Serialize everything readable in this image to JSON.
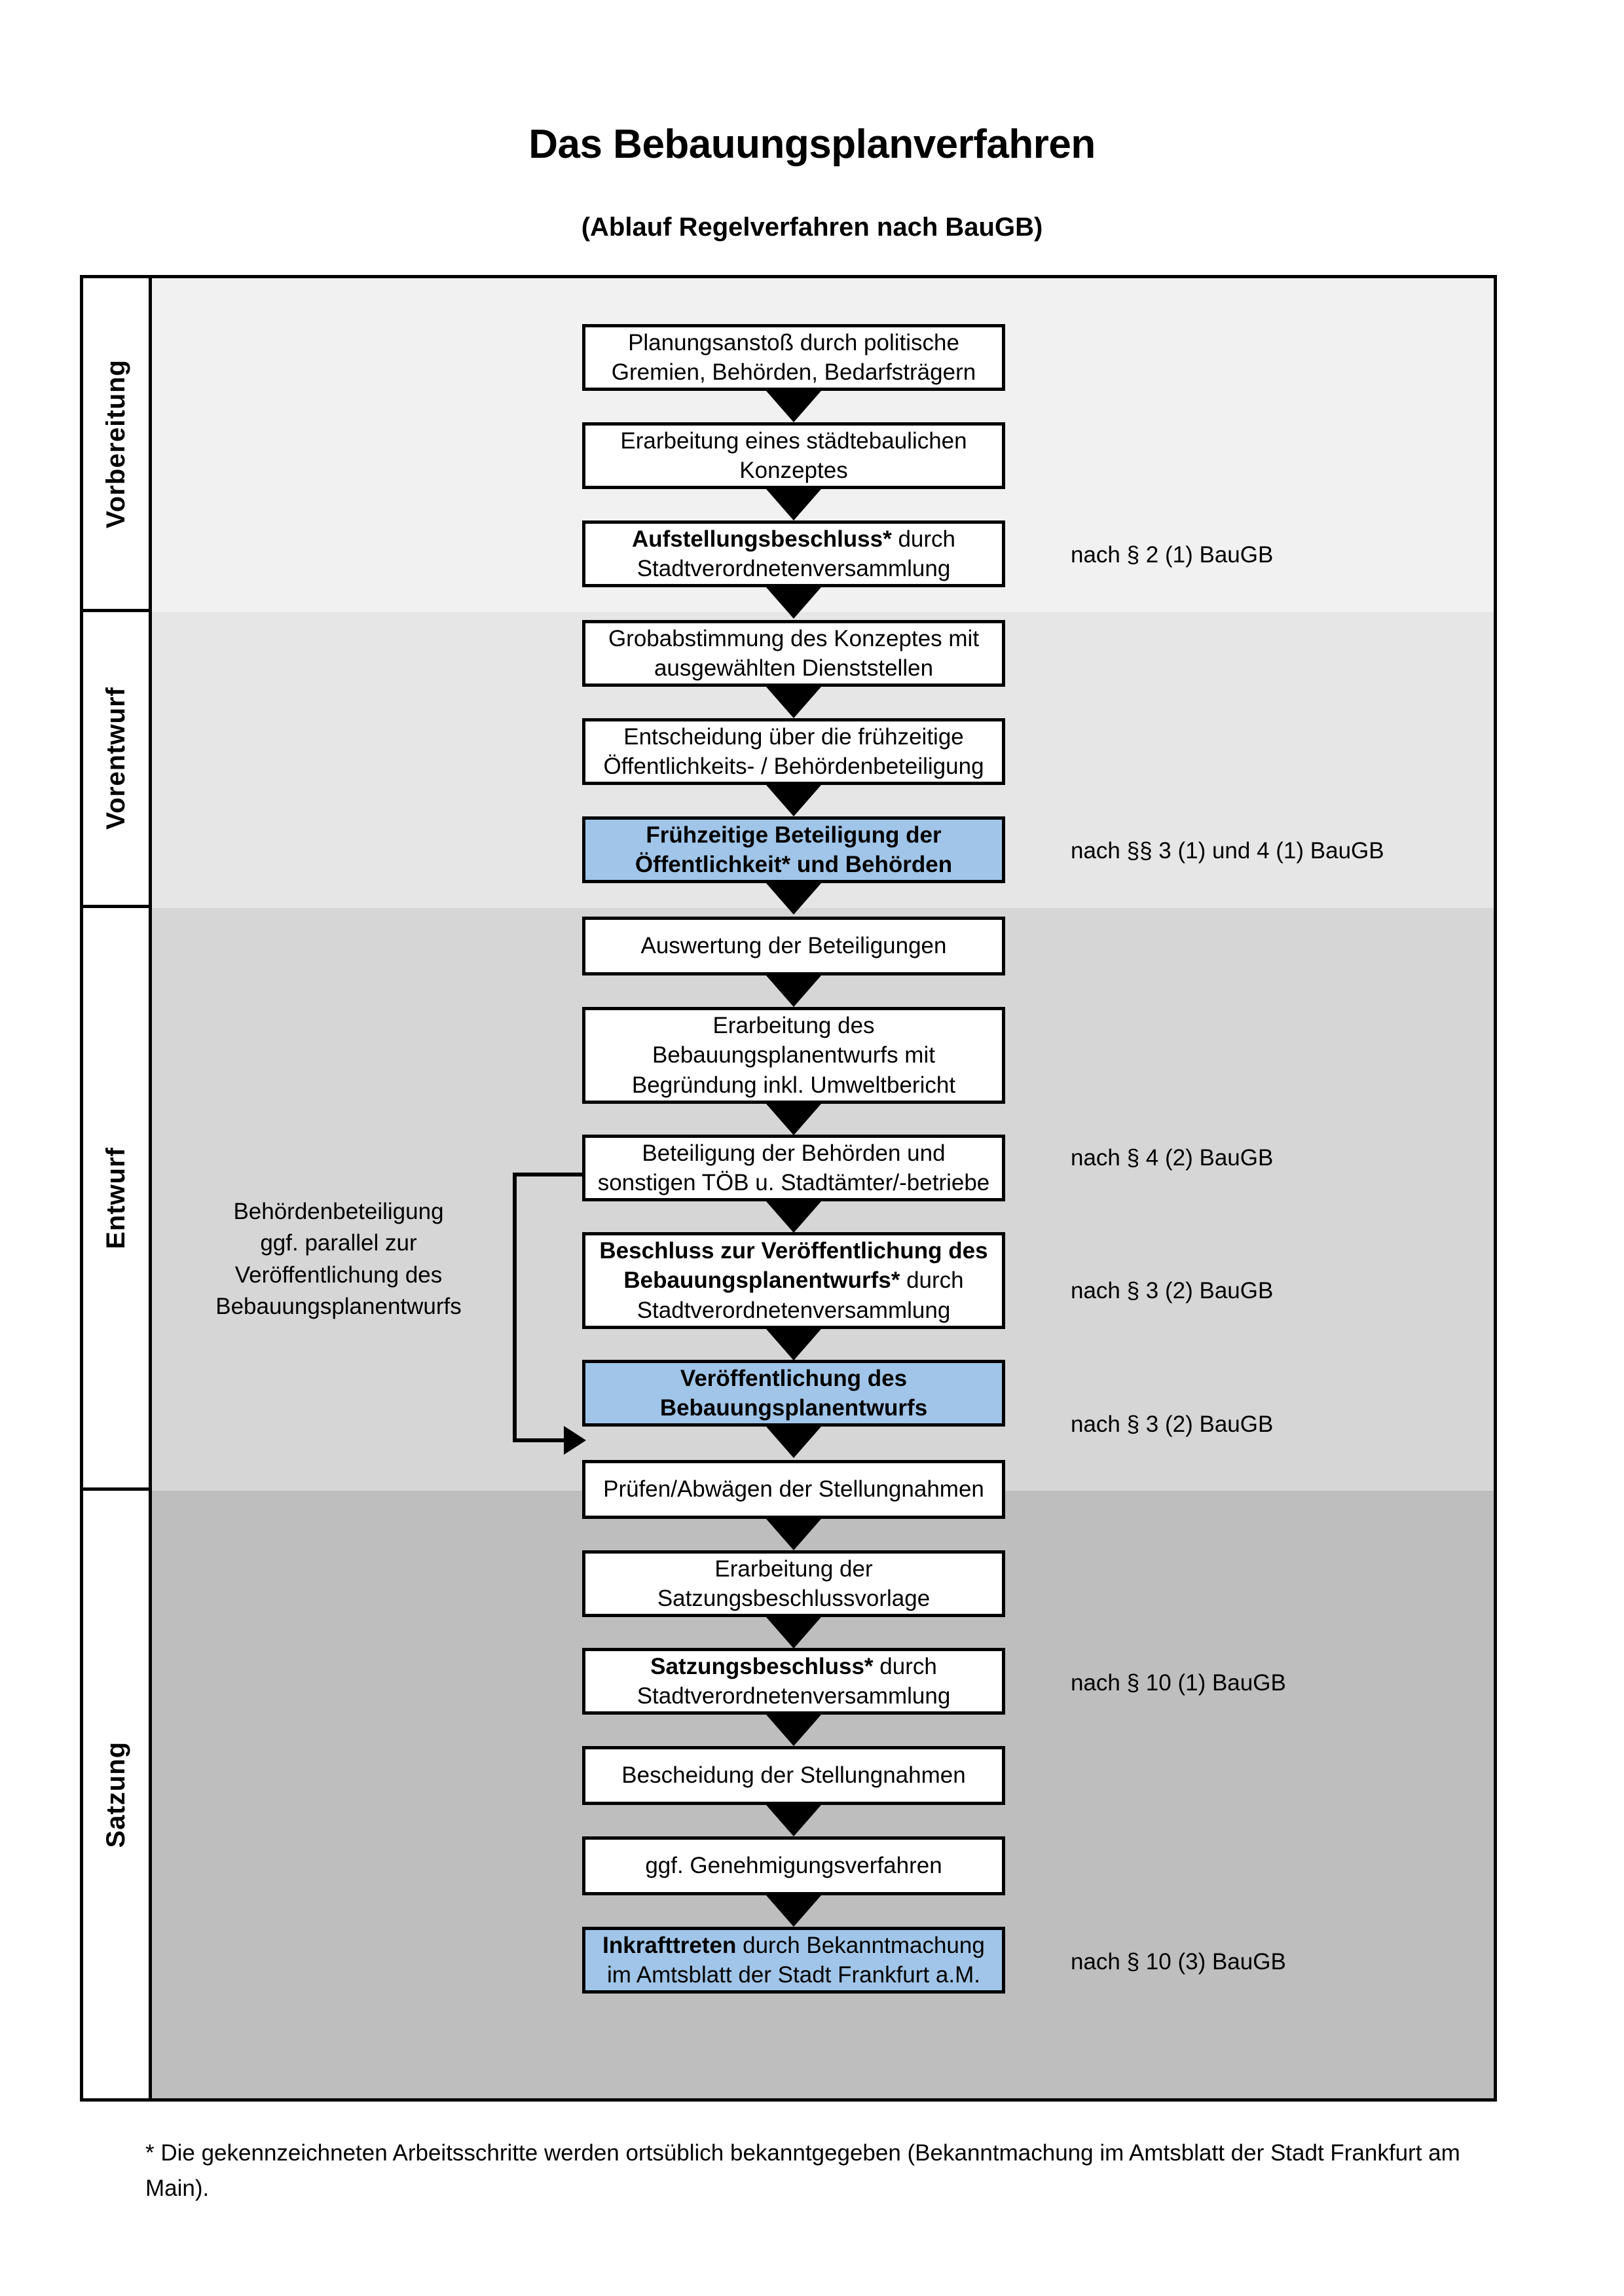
{
  "document": {
    "title": "Das Bebauungsplanverfahren",
    "subtitle": "(Ablauf Regelverfahren nach BauGB)",
    "footnote": "* Die gekennzeichneten Arbeitsschritte werden ortsüblich bekanntgegeben (Bekanntmachung im Amtsblatt  der Stadt Frankfurt am Main)."
  },
  "colors": {
    "highlight_blue": "#a0c5e8",
    "band_vorbereitung": "#f1f1f1",
    "band_vorentwurf": "#e6e6e6",
    "band_entwurf": "#d6d6d6",
    "band_satzung": "#bebebe",
    "line": "#000000"
  },
  "phases": [
    {
      "id": "vorbereitung",
      "label": "Vorbereitung"
    },
    {
      "id": "vorentwurf",
      "label": "Vorentwurf"
    },
    {
      "id": "entwurf",
      "label": "Entwurf"
    },
    {
      "id": "satzung",
      "label": "Satzung"
    }
  ],
  "side_note": {
    "lines": [
      "Behördenbeteiligung",
      "ggf. parallel zur",
      "Veröffentlichung des",
      "Bebauungsplanentwurfs"
    ]
  },
  "steps": [
    {
      "id": "s1",
      "phase": "vorbereitung",
      "highlight": false,
      "lines": [
        {
          "normal": "Planungsanstoß durch politische"
        },
        {
          "normal": "Gremien, Behörden, Bedarfsträgern"
        }
      ]
    },
    {
      "id": "s2",
      "phase": "vorbereitung",
      "highlight": false,
      "lines": [
        {
          "normal": "Erarbeitung eines städtebaulichen"
        },
        {
          "normal": "Konzeptes"
        }
      ]
    },
    {
      "id": "s3",
      "phase": "vorbereitung",
      "highlight": false,
      "lines": [
        {
          "bold": "Aufstellungsbeschluss*",
          "normal": " durch"
        },
        {
          "normal": "Stadtverordnetenversammlung"
        }
      ]
    },
    {
      "id": "s4",
      "phase": "vorentwurf",
      "highlight": false,
      "lines": [
        {
          "normal": "Grobabstimmung des Konzeptes mit"
        },
        {
          "normal": "ausgewählten Dienststellen"
        }
      ]
    },
    {
      "id": "s5",
      "phase": "vorentwurf",
      "highlight": false,
      "lines": [
        {
          "normal": "Entscheidung über die frühzeitige"
        },
        {
          "normal": "Öffentlichkeits- / Behördenbeteiligung"
        }
      ]
    },
    {
      "id": "s6",
      "phase": "vorentwurf",
      "highlight": true,
      "lines": [
        {
          "bold": "Frühzeitige Beteiligung der"
        },
        {
          "bold": "Öffentlichkeit* und Behörden"
        }
      ]
    },
    {
      "id": "s7",
      "phase": "entwurf",
      "highlight": false,
      "lines": [
        {
          "normal": "Auswertung der Beteiligungen"
        }
      ]
    },
    {
      "id": "s8",
      "phase": "entwurf",
      "highlight": false,
      "lines": [
        {
          "normal": "Erarbeitung des"
        },
        {
          "normal": "Bebauungsplanentwurfs mit"
        },
        {
          "normal": "Begründung inkl. Umweltbericht"
        }
      ]
    },
    {
      "id": "s9",
      "phase": "entwurf",
      "highlight": false,
      "lines": [
        {
          "normal": "Beteiligung der Behörden und"
        },
        {
          "normal": "sonstigen TÖB u. Stadtämter/-betriebe"
        }
      ]
    },
    {
      "id": "s10",
      "phase": "entwurf",
      "highlight": false,
      "lines": [
        {
          "bold": "Beschluss zur Veröffentlichung des"
        },
        {
          "bold": "Bebauungsplanentwurfs*",
          "normal": " durch"
        },
        {
          "normal": "Stadtverordnetenversammlung"
        }
      ]
    },
    {
      "id": "s11",
      "phase": "entwurf",
      "highlight": true,
      "lines": [
        {
          "bold": "Veröffentlichung des"
        },
        {
          "bold": "Bebauungsplanentwurfs"
        }
      ]
    },
    {
      "id": "s12",
      "phase": "satzung",
      "highlight": false,
      "lines": [
        {
          "normal": "Prüfen/Abwägen der Stellungnahmen"
        }
      ]
    },
    {
      "id": "s13",
      "phase": "satzung",
      "highlight": false,
      "lines": [
        {
          "normal": "Erarbeitung der"
        },
        {
          "normal": "Satzungsbeschlussvorlage"
        }
      ]
    },
    {
      "id": "s14",
      "phase": "satzung",
      "highlight": false,
      "lines": [
        {
          "bold": "Satzungsbeschluss*",
          "normal": " durch"
        },
        {
          "normal": "Stadtverordnetenversammlung"
        }
      ]
    },
    {
      "id": "s15",
      "phase": "satzung",
      "highlight": false,
      "lines": [
        {
          "normal": "Bescheidung der Stellungnahmen"
        }
      ]
    },
    {
      "id": "s16",
      "phase": "satzung",
      "highlight": false,
      "lines": [
        {
          "normal": "ggf. Genehmigungsverfahren"
        }
      ]
    },
    {
      "id": "s17",
      "phase": "satzung",
      "highlight": true,
      "lines": [
        {
          "bold": "Inkrafttreten",
          "normal": " durch Bekanntmachung"
        },
        {
          "normal": "im Amtsblatt der Stadt Frankfurt a.M."
        }
      ]
    }
  ],
  "law_refs": [
    {
      "id": "r1",
      "for_step": "s3",
      "text": "nach § 2 (1) BauGB"
    },
    {
      "id": "r2",
      "for_step": "s6",
      "text": "nach §§ 3 (1) und 4 (1) BauGB"
    },
    {
      "id": "r3",
      "for_step": "s9",
      "text": "nach § 4 (2) BauGB"
    },
    {
      "id": "r4",
      "for_step": "s10",
      "text": "nach § 3 (2) BauGB"
    },
    {
      "id": "r5",
      "for_step": "s11",
      "text": "nach § 3 (2) BauGB"
    },
    {
      "id": "r6",
      "for_step": "s14",
      "text": "nach § 10 (1) BauGB"
    },
    {
      "id": "r7",
      "for_step": "s17",
      "text": "nach § 10 (3) BauGB"
    }
  ]
}
